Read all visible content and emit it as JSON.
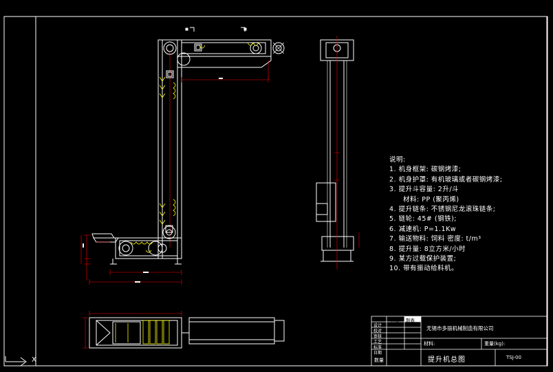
{
  "notes": {
    "heading": "说明:",
    "items": [
      "1. 机身框架: 碳钢烤漆;",
      "2. 机身护罩: 有机玻璃或者碳钢烤漆;",
      "3. 提升斗容量: 2升/斗",
      "材料: PP (聚丙烯)",
      "4. 提升链条: 不锈钢尼龙滚珠链条;",
      "5. 链轮: 45# (钢铁);",
      "6. 减速机:     P=1.1Kw",
      "7. 输送物料: 饲料  密度:     t/m³",
      "8. 提升量: 8立方米/小时",
      "9. 某方过载保护装置;",
      "10. 带有振动给料机。"
    ]
  },
  "title_block": {
    "company": "无锡市多丽机械制造有限公司",
    "drawing_title": "提升机总图",
    "drawing_no": "TSJ-00",
    "material_label": "材料:",
    "weight_label": "重量(kg):",
    "quantity_label": "数量",
    "tag_left": "注册",
    "tag_right": "制表",
    "row_labels": [
      "设计",
      "校对",
      "审核",
      "工艺",
      "标准",
      "日期"
    ]
  },
  "ucs": {
    "x_label": "X"
  },
  "colors": {
    "background": "#000000",
    "frame": "#ffffff",
    "machine": "#ffffff",
    "dimension": "#ff0000",
    "accent": "#ffff00"
  }
}
